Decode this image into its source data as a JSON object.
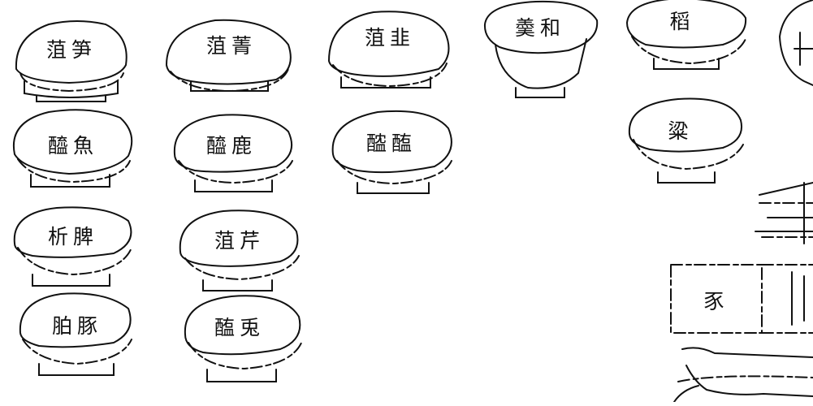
{
  "vessels": [
    {
      "label": "菹笋"
    },
    {
      "label": "菹菁"
    },
    {
      "label": "菹韭"
    },
    {
      "label": "羮和"
    },
    {
      "label": "稻"
    },
    {
      "label": "醯魚"
    },
    {
      "label": "醯鹿"
    },
    {
      "label": "醓醢"
    },
    {
      "label": "粱"
    },
    {
      "label": "析脾"
    },
    {
      "label": "菹芹"
    },
    {
      "label": "胉豚"
    },
    {
      "label": "醢兎"
    }
  ],
  "side_panel": {
    "label": "豕"
  }
}
